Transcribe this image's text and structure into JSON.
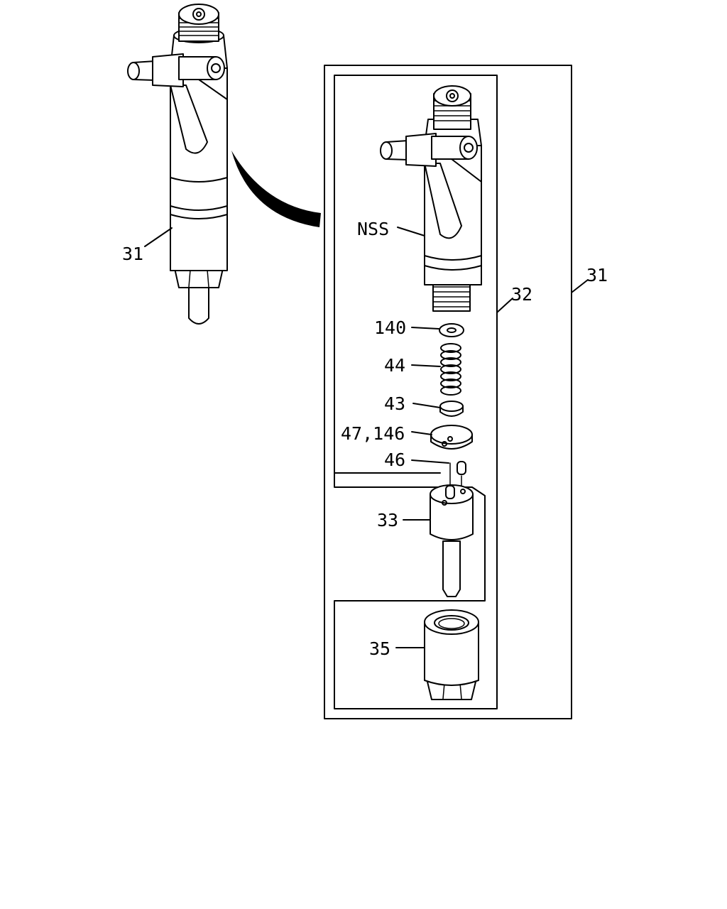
{
  "callouts": {
    "assembly_left": "31",
    "assembly_right": "31",
    "nozzle_holder_kit": "32",
    "nss": "NSS",
    "washer": "140",
    "spring": "44",
    "shim": "43",
    "spacer": "47,146",
    "pin": "46",
    "nozzle": "33",
    "retaining_nut": "35"
  }
}
